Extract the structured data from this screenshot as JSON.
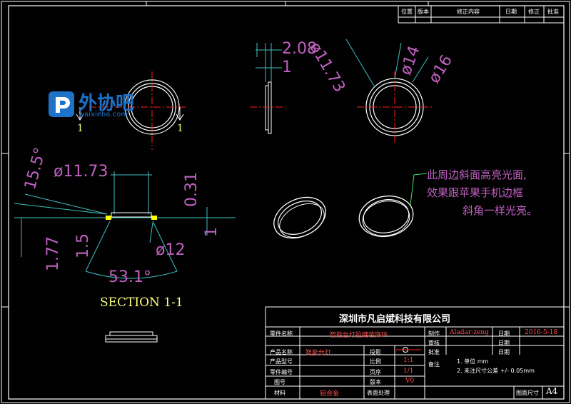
{
  "revision_table": {
    "headers": [
      "位置",
      "版本",
      "修正内容",
      "日期",
      "修正",
      "批准"
    ]
  },
  "logo": {
    "name": "外协吧",
    "url": "waixieba.com"
  },
  "dimensions": {
    "top_thickness_a": "2.08",
    "top_thickness_b": "1",
    "dia_a": "ø11.73",
    "dia_b": "ø14",
    "dia_c": "ø16",
    "section_dia": "ø11.73",
    "angle_top": "15.5°",
    "dim_031": "0.31",
    "dim_177": "1.77",
    "dim_15": "1.5",
    "dim_right_1": "1",
    "section_dia_12": "ø12",
    "angle_bottom": "53.1°"
  },
  "section_marks": {
    "left": "1",
    "right": "1"
  },
  "section_label": "SECTION 1-1",
  "note_text": [
    "此周边斜面高亮光面,",
    "效果跟苹果手机边框",
    "斜角一样光亮。"
  ],
  "title_block": {
    "company": "深圳市凡启斌科技有限公司",
    "part_name_label": "零件名称",
    "part_name": "智能台灯拉键装饰环",
    "make_label": "制作",
    "maker": "Aladar-zeng",
    "date_label": "日期",
    "date": "2016-5-18",
    "review_label": "审核",
    "product_name_label": "产品名称",
    "product_name": "智能台灯",
    "projection_label": "投影",
    "approve_label": "批准",
    "product_model_label": "产品型号",
    "scale_label": "比例",
    "scale": "1:1",
    "part_no_label": "零件编号",
    "page_label": "页序",
    "page": "1/1",
    "notes_label": "备注",
    "notes": [
      "1. 单位 mm",
      "2. 未注尺寸公差 +/- 0.05mm"
    ],
    "drawing_no_label": "图号",
    "version_label": "版本",
    "version": "V0",
    "material_label": "材料",
    "material": "铝合金",
    "surface_label": "表面处理",
    "paper_size_label": "图面尺寸",
    "paper_size": "A4"
  },
  "colors": {
    "background": "#000000",
    "line": "#ffffff",
    "center": "#ff2020",
    "dimension": "#c060c0",
    "dim_line": "#40c0c0",
    "section_fill": "#ffff00",
    "section_text": "#ffff80",
    "note_leader": "#40e060",
    "logo": "#1e73c8"
  }
}
